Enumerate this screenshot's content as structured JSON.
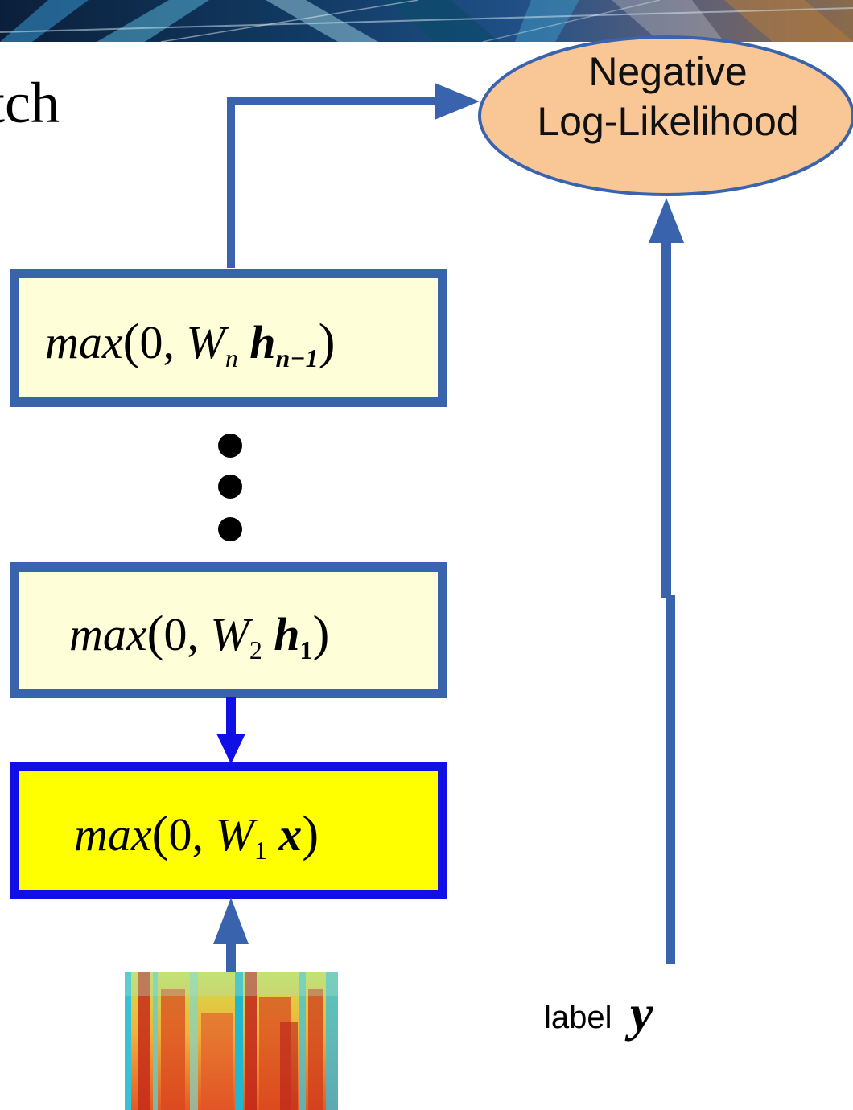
{
  "slide": {
    "title_fragment": "tch"
  },
  "loss": {
    "line1": "Negative",
    "line2": "Log-Likelihood"
  },
  "layers": [
    {
      "fn": "max",
      "open": "(",
      "zero": "0,",
      "weight": "W",
      "weight_sub": "n",
      "input": "h",
      "input_sub": "n−1",
      "close": ")"
    },
    {
      "fn": "max",
      "open": "(",
      "zero": "0,",
      "weight": "W",
      "weight_sub": "2",
      "input": "h",
      "input_sub": "1",
      "close": ")"
    },
    {
      "fn": "max",
      "open": "(",
      "zero": "0,",
      "weight": "W",
      "weight_sub": "1",
      "input": "x",
      "input_sub": "",
      "close": ")"
    }
  ],
  "target": {
    "label": "label",
    "variable": "y"
  },
  "colors": {
    "arrow": "#3a63ad",
    "highlight_arrow": "#1010e6",
    "oval_fill": "#f9c795",
    "box_fill": "#fefed8",
    "highlight_fill": "#ffff00"
  }
}
